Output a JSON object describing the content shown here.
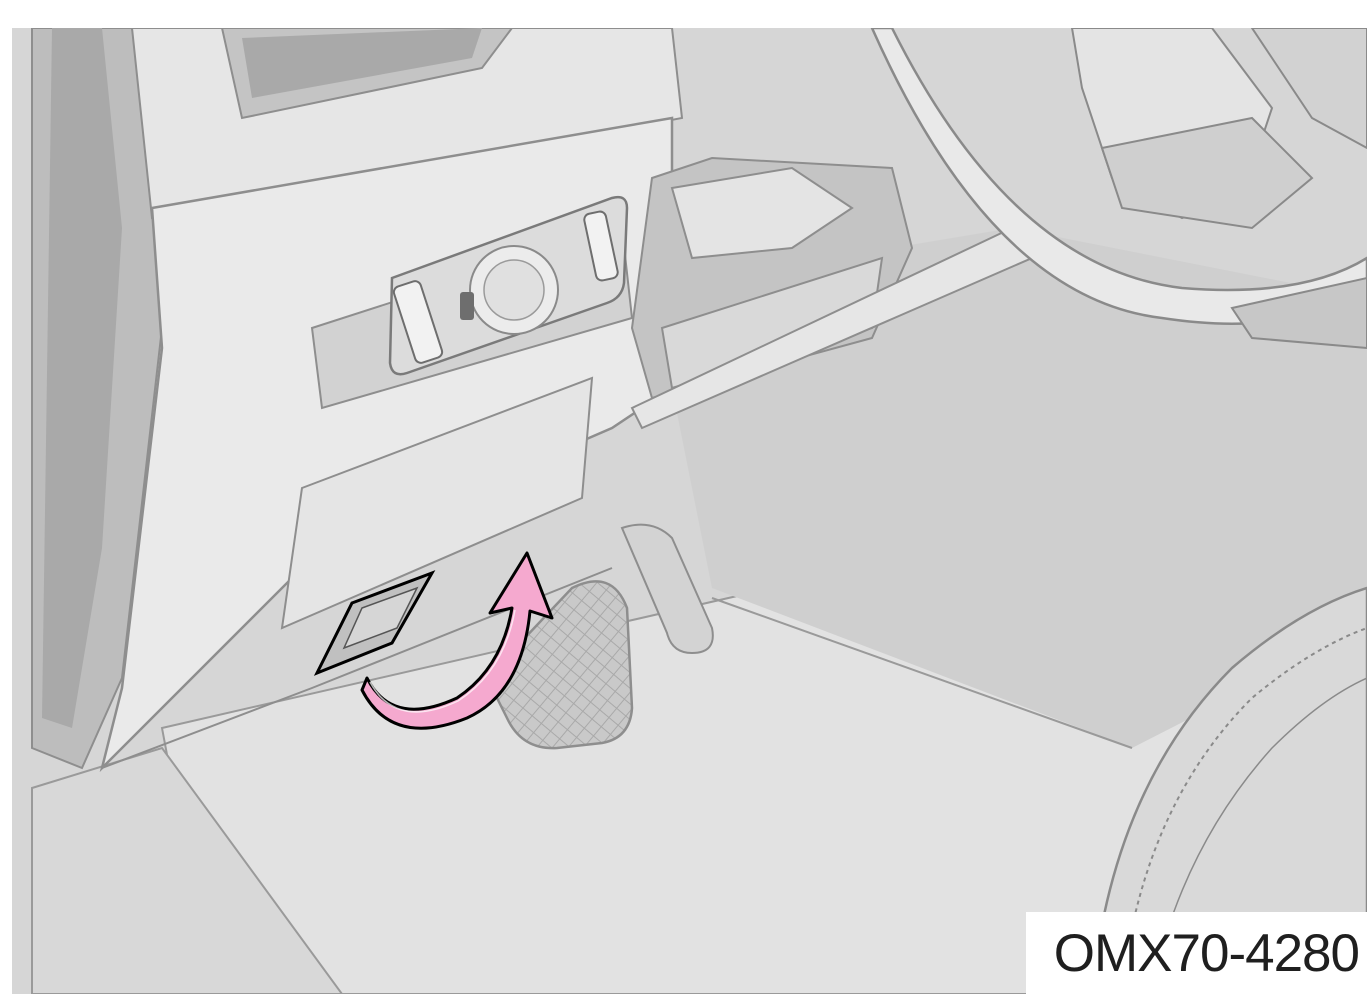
{
  "figure": {
    "code": "OMX70-4280",
    "colors": {
      "background": "#d9d9d9",
      "panel_light": "#ececec",
      "panel_mid": "#dedede",
      "panel_dark": "#c6c6c6",
      "outline": "#8e8e8e",
      "arrow_fill": "#f5a9cf",
      "arrow_outline": "#000000"
    },
    "icons": [
      "steering-wheel",
      "light-switch-panel",
      "obd-port-cover",
      "curved-arrow",
      "brake-pedal",
      "accelerator-pedal",
      "seat"
    ]
  }
}
